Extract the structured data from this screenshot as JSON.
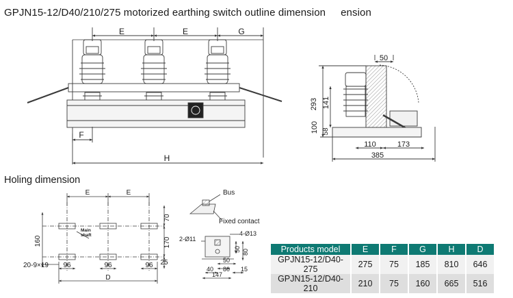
{
  "title": {
    "main": "GPJN15-12/D40/210/275 motorized earthing switch outline dimension",
    "tail": "ension"
  },
  "section_heading": "Holing dimension",
  "front_view": {
    "dims": {
      "e1": "E",
      "e2": "E",
      "g": "G",
      "f": "F",
      "h": "H"
    }
  },
  "side_view": {
    "dims": {
      "d50": "50",
      "d293": "293",
      "d141": "141",
      "d100": "100",
      "d58": "58",
      "d110": "110",
      "d173": "173",
      "d385": "385"
    }
  },
  "holing_view": {
    "dims": {
      "e1": "E",
      "e2": "E",
      "d70": "70",
      "d160": "160",
      "d170": "170",
      "d25": "25",
      "holes": "20-9×19",
      "d96a": "96",
      "d96b": "96",
      "d96c": "96",
      "d": "D"
    },
    "labels": {
      "main_shaft_1": "Main",
      "main_shaft_2": "shaft"
    }
  },
  "contact_view": {
    "labels": {
      "bus": "Bus",
      "fixed_contact": "Fixed contact"
    },
    "dims": {
      "holes_a": "2-Ø11",
      "holes_b": "4-Ø13",
      "d50a": "50",
      "d80a": "80",
      "d40": "40",
      "d50b": "50",
      "d80b": "80",
      "d15": "15",
      "d147": "147"
    }
  },
  "table": {
    "headers": [
      "Products model",
      "E",
      "F",
      "G",
      "H",
      "D"
    ],
    "rows": [
      [
        "GPJN15-12/D40-275",
        "275",
        "75",
        "185",
        "810",
        "646"
      ],
      [
        "GPJN15-12/D40-210",
        "210",
        "75",
        "160",
        "665",
        "516"
      ]
    ]
  },
  "colors": {
    "header_teal": "#0e7a73",
    "row_light": "#f1f1f1",
    "row_dark": "#dedede",
    "line": "#3a3a3a"
  }
}
